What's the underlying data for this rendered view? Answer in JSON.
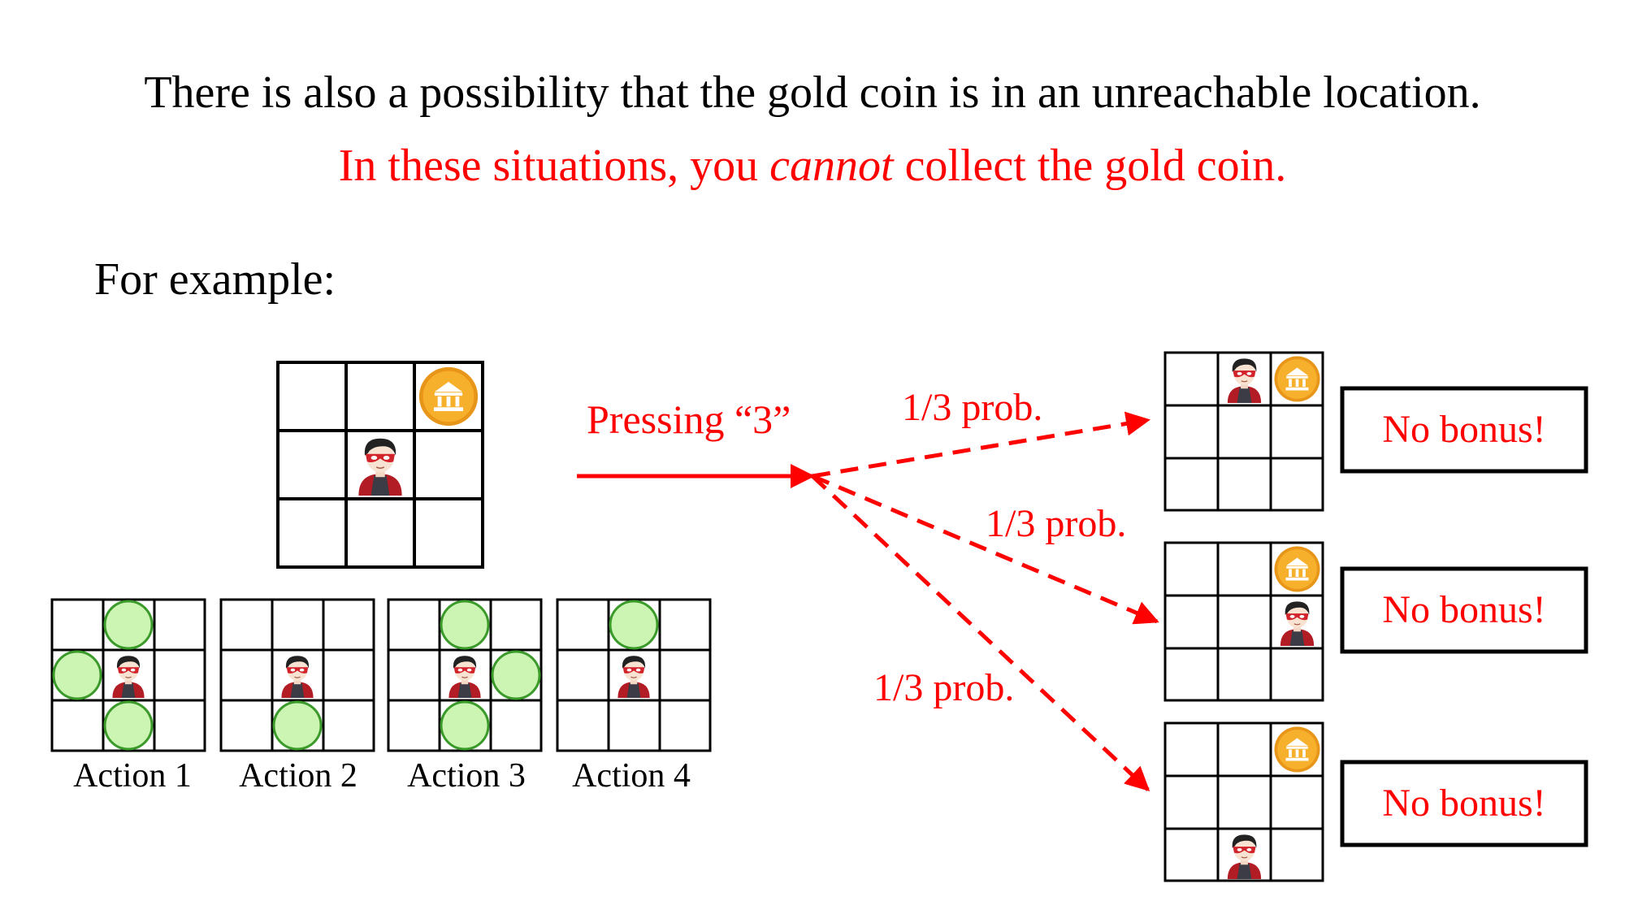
{
  "heading": {
    "line1": "There is also a possibility that the gold coin is in an unreachable location.",
    "line2_before": "In these situations, you ",
    "line2_emph": "cannot",
    "line2_after": " collect the gold coin."
  },
  "example_label": "For example:",
  "pressing_label": "Pressing “3”",
  "transitions": [
    {
      "prob": "1/3 prob.",
      "result": "No bonus!"
    },
    {
      "prob": "1/3 prob.",
      "result": "No bonus!"
    },
    {
      "prob": "1/3 prob.",
      "result": "No bonus!"
    }
  ],
  "actions": [
    "Action 1",
    "Action 2",
    "Action 3",
    "Action 4"
  ],
  "colors": {
    "red": "#ff0000",
    "highlight_fill": "#ccf5b3",
    "highlight_stroke": "#3a9a2a",
    "coin": "#f7b02c"
  },
  "icons": [
    "gold-coin-icon",
    "hero-avatar-icon",
    "reachable-cell-marker"
  ]
}
